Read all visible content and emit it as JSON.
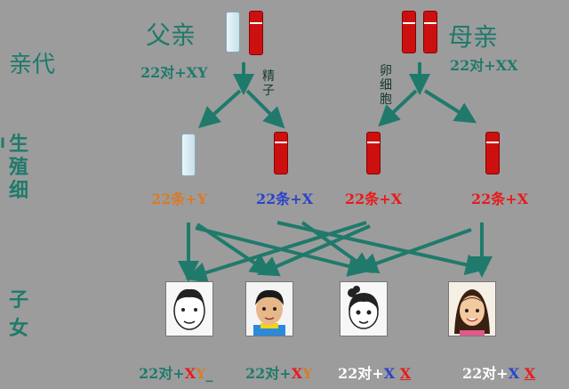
{
  "labels": {
    "parent_gen": "亲代",
    "father": "父亲",
    "mother": "母亲",
    "father_geno": "22对+XY",
    "mother_geno": "22对+XX",
    "sperm": [
      "精",
      "子"
    ],
    "egg": [
      "卵",
      "细",
      "胞"
    ],
    "gametes": [
      "生",
      "殖",
      "细"
    ],
    "left_edge": "I",
    "offspring": [
      "子",
      "女"
    ]
  },
  "gamete_labels": [
    {
      "prefix": "22条+",
      "letter": "Y",
      "color": "#d87b2a"
    },
    {
      "prefix": "22条+",
      "letter": "X",
      "color": "#2b44c8"
    },
    {
      "prefix": "22条+",
      "letter": "X",
      "color": "#e81a1a"
    },
    {
      "prefix": "22条+",
      "letter": "X",
      "color": "#e81a1a"
    }
  ],
  "offspring_labels": [
    {
      "prefix": "22对+",
      "a": "X",
      "b": "Y",
      "suffix": "_"
    },
    {
      "prefix": "22对+",
      "a": "X",
      "b": "Y",
      "suffix": ""
    },
    {
      "prefix": "22对+",
      "a": "X",
      "b": "X",
      "suffix": ""
    },
    {
      "prefix": "22对+",
      "a": "X",
      "b": "X",
      "suffix": ""
    }
  ],
  "colors": {
    "background": "#9c9c9c",
    "text": "#1f7a6b",
    "arrow": "#1f7a6b",
    "chrom_red": "#cc1010",
    "x_red": "#e81a1a",
    "x_blue": "#2b44c8",
    "y_orange": "#d87b2a"
  }
}
